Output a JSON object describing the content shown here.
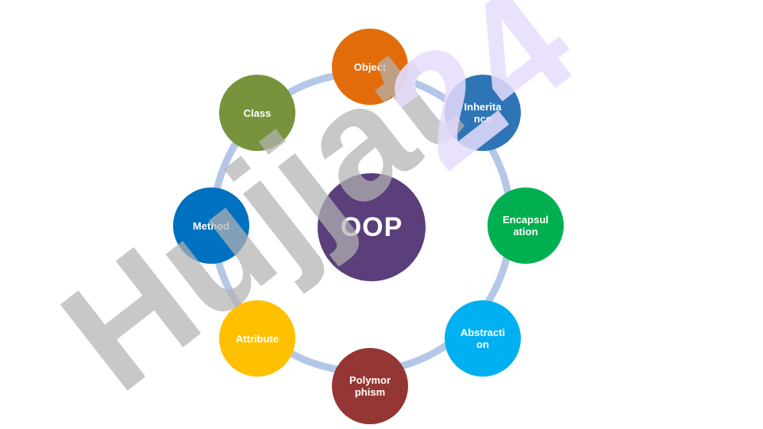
{
  "diagram": {
    "center": {
      "label": "OOP",
      "color": "#5a3f7a"
    },
    "ring_color": "#b4c7e7",
    "nodes": [
      {
        "id": "object",
        "label": "Object",
        "color": "#e36c0a"
      },
      {
        "id": "inheritance",
        "label": "Inherita\nnce",
        "color": "#2e75b6"
      },
      {
        "id": "encapsulation",
        "label": "Encapsul\nation",
        "color": "#00b050"
      },
      {
        "id": "abstraction",
        "label": "Abstracti\non",
        "color": "#00b0f0"
      },
      {
        "id": "polymorphism",
        "label": "Polymor\nphism",
        "color": "#943634"
      },
      {
        "id": "attribute",
        "label": "Attribute",
        "color": "#ffc000"
      },
      {
        "id": "method",
        "label": "Method",
        "color": "#0070c0"
      },
      {
        "id": "class",
        "label": "Class",
        "color": "#77933c"
      }
    ]
  },
  "watermark": {
    "text_main": "Hujjat",
    "text_num": "24",
    "color_main": "#b3b3b3",
    "color_num": "#e6dcfb"
  }
}
